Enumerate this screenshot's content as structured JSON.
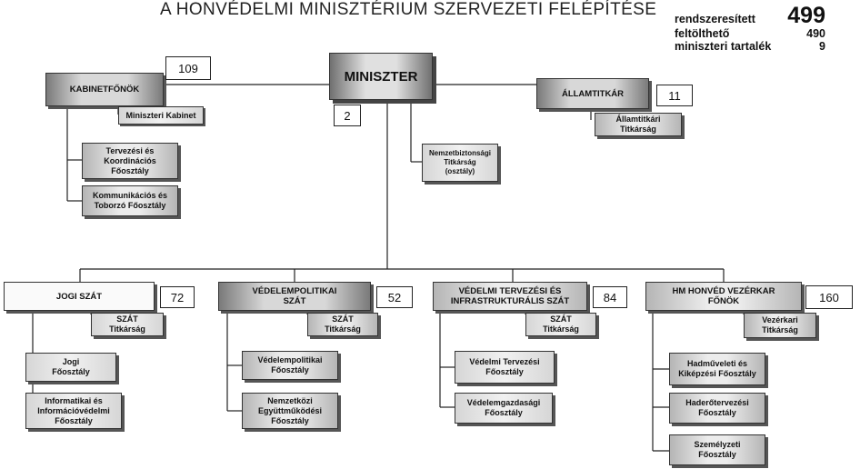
{
  "title": "A HONVÉDELMI MINISZTÉRIUM SZERVEZETI FELÉPÍTÉSE",
  "stats": {
    "rendszeresitett": {
      "label": "rendszeresített",
      "value": "499"
    },
    "feltoltheto": {
      "label": "feltölthető",
      "value": "490"
    },
    "tartalek": {
      "label": "miniszteri tartalék",
      "value": "9"
    }
  },
  "miniszter": {
    "label": "MINISZTER",
    "count": "2"
  },
  "kabinetfonok": {
    "label": "KABINETFŐNÖK",
    "count": "109",
    "kabinet": "Miniszteri Kabinet",
    "units": [
      [
        "Tervezési és",
        "Koordinációs",
        "Főosztály"
      ],
      [
        "Kommunikációs és",
        "Toborzó Főosztály"
      ]
    ]
  },
  "nemzetbiztonsagi": [
    "Nemzetbiztonsági",
    "Titkárság",
    "(osztály)"
  ],
  "allamtitkar": {
    "label": "ÁLLAMTITKÁR",
    "count": "11",
    "titkarsag": [
      "Államtitkári",
      "Titkárság"
    ]
  },
  "divisions": [
    {
      "id": "jogi",
      "head": [
        "JOGI SZÁT"
      ],
      "count": "72",
      "titkarsag": [
        "SZÁT",
        "Titkárság"
      ],
      "units": [
        [
          "Jogi",
          "Főosztály"
        ],
        [
          "Informatikai és",
          "Információvédelmi",
          "Főosztály"
        ]
      ]
    },
    {
      "id": "vedelempolitikai",
      "head": [
        "VÉDELEMPOLITIKAI",
        "SZÁT"
      ],
      "count": "52",
      "titkarsag": [
        "SZÁT",
        "Titkárság"
      ],
      "units": [
        [
          "Védelempolitikai",
          "Főosztály"
        ],
        [
          "Nemzetközi",
          "Együttműködési",
          "Főosztály"
        ]
      ]
    },
    {
      "id": "vedelmi-tervezesi",
      "head": [
        "VÉDELMI TERVEZÉSI ÉS",
        "INFRASTRUKTURÁLIS SZÁT"
      ],
      "count": "84",
      "titkarsag": [
        "SZÁT",
        "Titkárság"
      ],
      "units": [
        [
          "Védelmi Tervezési",
          "Főosztály"
        ],
        [
          "Védelemgazdasági",
          "Főosztály"
        ]
      ]
    },
    {
      "id": "vezerkar",
      "head": [
        "HM HONVÉD VEZÉRKAR",
        "FŐNÖK"
      ],
      "count": "160",
      "titkarsag": [
        "Vezérkari",
        "Titkárság"
      ],
      "units": [
        [
          "Hadműveleti és",
          "Kiképzési Főosztály"
        ],
        [
          "Haderőtervezési",
          "Főosztály"
        ],
        [
          "Személyzeti",
          "Főosztály"
        ]
      ]
    }
  ]
}
